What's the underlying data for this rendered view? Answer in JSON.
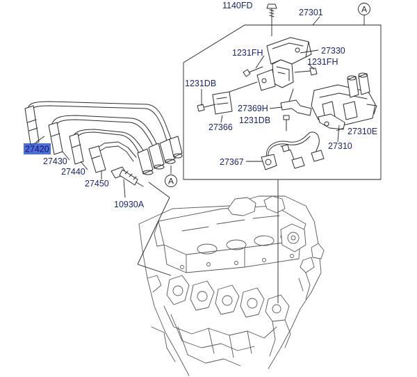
{
  "parts": {
    "p1140FD": "1140FD",
    "p27301": "27301",
    "p27330": "27330",
    "p1231FH_a": "1231FH",
    "p1231FH_b": "1231FH",
    "p1231DB_a": "1231DB",
    "p27369H": "27369H",
    "p1231DB_b": "1231DB",
    "p27366": "27366",
    "p27310E": "27310E",
    "p27310": "27310",
    "p27367": "27367",
    "p27420": "27420",
    "p27430": "27430",
    "p27440": "27440",
    "p27450": "27450",
    "p10930A": "10930A"
  },
  "refs": {
    "top": "A",
    "bottom": "A"
  },
  "selected_part": "27420",
  "colors": {
    "label": "#1a237e",
    "selection": "#2f55d4",
    "line": "#222222"
  }
}
